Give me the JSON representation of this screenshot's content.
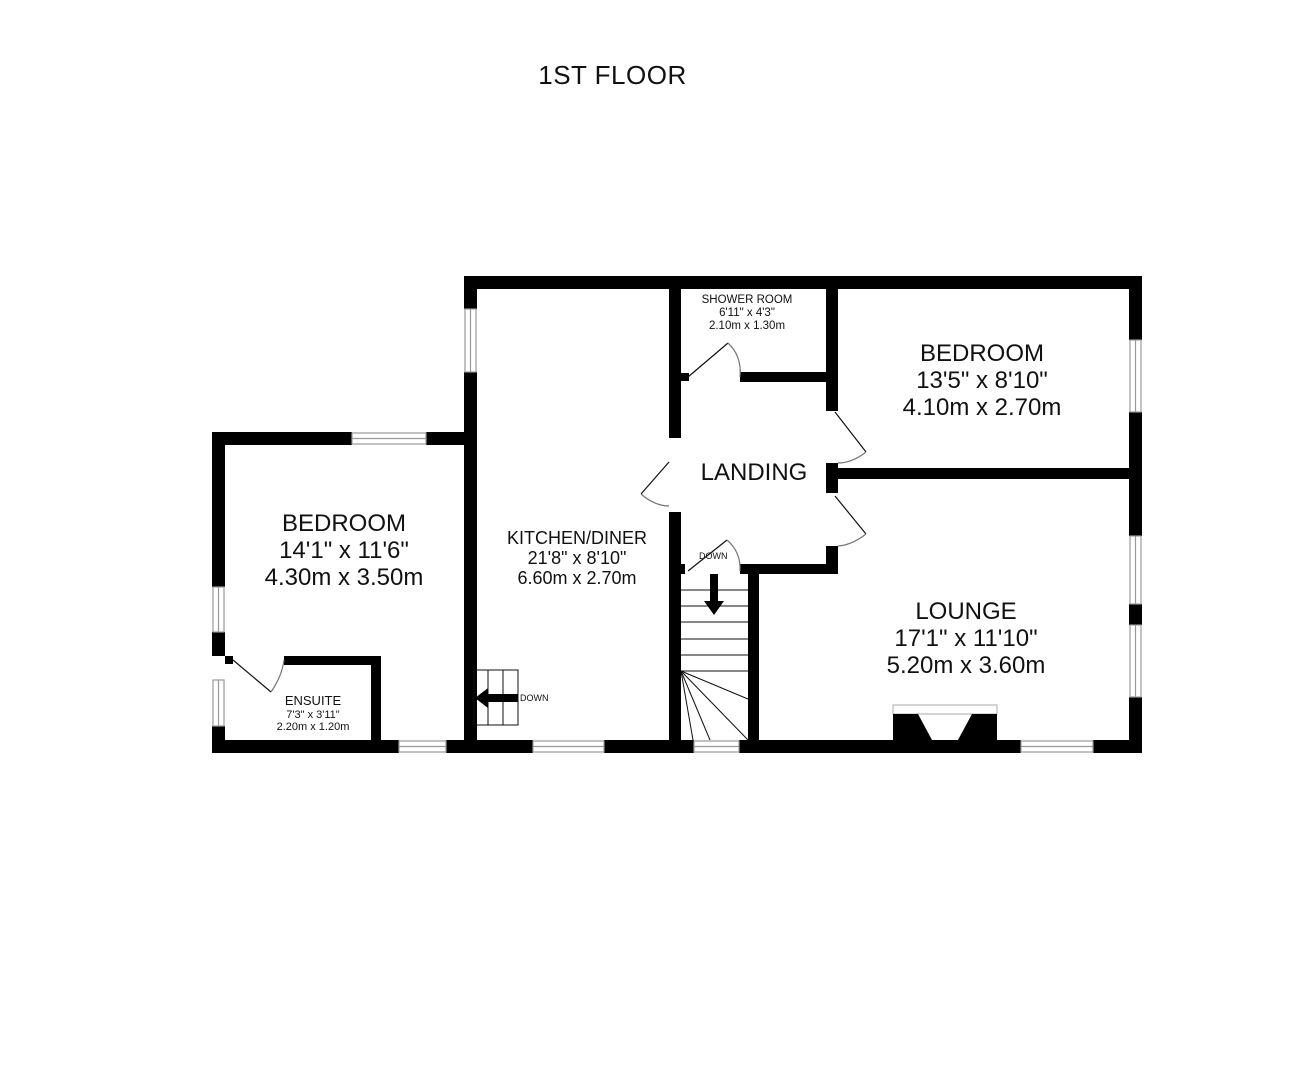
{
  "title": "1ST FLOOR",
  "rooms": {
    "bedroom_left": {
      "name": "BEDROOM",
      "imperial": "14'1\"  x 11'6\"",
      "metric": "4.30m  x 3.50m"
    },
    "kitchen": {
      "name": "KITCHEN/DINER",
      "imperial": "21'8\"  x 8'10\"",
      "metric": "6.60m  x 2.70m"
    },
    "shower": {
      "name": "SHOWER ROOM",
      "imperial": "6'11\"  x 4'3\"",
      "metric": "2.10m  x 1.30m"
    },
    "bedroom_right": {
      "name": "BEDROOM",
      "imperial": "13'5\"  x 8'10\"",
      "metric": "4.10m  x 2.70m"
    },
    "landing": {
      "name": "LANDING"
    },
    "lounge": {
      "name": "LOUNGE",
      "imperial": "17'1\"  x 11'10\"",
      "metric": "5.20m  x 3.60m"
    },
    "ensuite": {
      "name": "ENSUITE",
      "imperial": "7'3\"  x 3'11\"",
      "metric": "2.20m  x 1.20m"
    }
  },
  "stairs": {
    "kitchen_label": "DOWN",
    "landing_label": "DOWN"
  },
  "colors": {
    "wall": "#000000",
    "window": "#9a9a9a",
    "background": "#ffffff"
  }
}
